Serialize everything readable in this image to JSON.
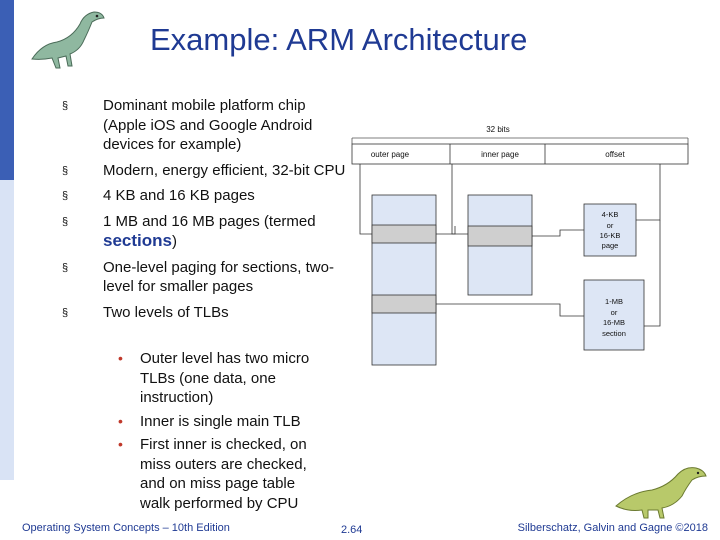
{
  "slide": {
    "title": "Example: ARM Architecture"
  },
  "bullets": [
    {
      "text": "Dominant mobile platform chip (Apple iOS and Google Android devices for example)"
    },
    {
      "text": "Modern, energy efficient, 32-bit CPU"
    },
    {
      "text": "4 KB and 16 KB pages"
    },
    {
      "text_before": "1 MB and 16 MB pages (termed ",
      "emphasis": "sections",
      "text_after": ")"
    },
    {
      "text": "One-level paging for sections, two-level for smaller pages"
    },
    {
      "text": "Two levels of TLBs"
    }
  ],
  "subbullets": [
    {
      "text": "Outer level has two micro TLBs (one data, one instruction)"
    },
    {
      "text": "Inner is single main TLB"
    },
    {
      "text": "First inner is checked, on miss outers are checked, and on miss page table walk performed by CPU"
    }
  ],
  "diagram": {
    "width_label": "32 bits",
    "fields": [
      "outer page",
      "inner page",
      "offset"
    ],
    "page_4k_label": [
      "4-KB",
      "or",
      "16-KB",
      "page"
    ],
    "section_label": [
      "1-MB",
      "or",
      "16-MB",
      "section"
    ]
  },
  "footer": {
    "left": "Operating System Concepts – 10th Edition",
    "page": "2.64",
    "right": "Silberschatz, Galvin and Gagne ©2018"
  },
  "colors": {
    "title": "#1f3a93",
    "sidebar_top": "#3b5fb5",
    "sidebar_mid": "#d9e3f5",
    "sidebar_bottom": "#ffffff",
    "table_fill": "#dde6f5",
    "highlight_fill": "#cfcfcf"
  }
}
